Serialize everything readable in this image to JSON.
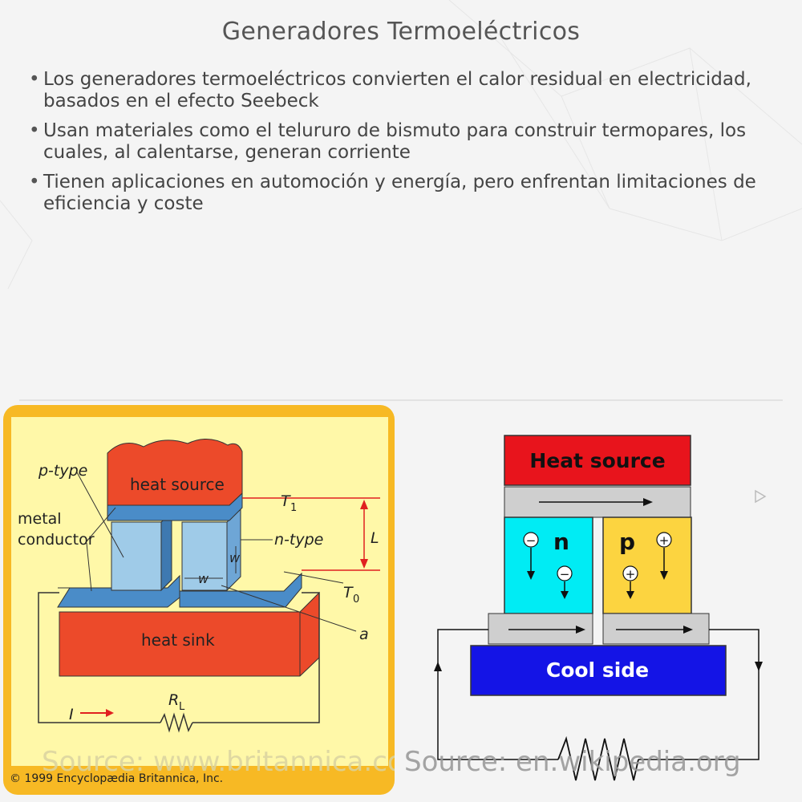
{
  "title": "Generadores Termoeléctricos",
  "bullets": [
    {
      "text": "Los generadores termoeléctricos convierten el calor residual en electricidad, basados en el efecto Seebeck"
    },
    {
      "text": "Usan materiales como el telururo de bismuto para construir termopares, los cuales, al calentarse, generan corriente"
    },
    {
      "text": "Tienen aplicaciones en automoción y energía, pero enfrentan limitaciones de eficiencia y coste"
    }
  ],
  "left_diagram": {
    "labels": {
      "p_type": "p-type",
      "metal": "metal",
      "conductor": "conductor",
      "heat_source": "heat source",
      "heat_sink": "heat sink",
      "t1": "T",
      "t1_sub": "1",
      "t0": "T",
      "t0_sub": "0",
      "n_type": "n-type",
      "l": "L",
      "w_horizontal": "w",
      "w_vertical": "w",
      "a": "a",
      "current": "I",
      "resistor": "R",
      "resistor_sub": "L"
    },
    "source": "Source: www.britannica.com",
    "copyright": "© 1999 Encyclopædia Britannica, Inc.",
    "colors": {
      "panel": "#f7b924",
      "inner": "#fff8a8",
      "heat": "#ec4a2a",
      "plate": "#4a8cc8",
      "leg": "#9fcbe8"
    }
  },
  "right_diagram": {
    "labels": {
      "heat_source": "Heat source",
      "n": "n",
      "p": "p",
      "cool_side": "Cool side",
      "minus": "−",
      "plus": "+"
    },
    "source": "Source: en.wikipedia.org",
    "colors": {
      "heat": "#e8141c",
      "n": "#00ecf4",
      "p": "#fcd440",
      "cool": "#1414e6",
      "plate": "#cfcfcf"
    }
  }
}
